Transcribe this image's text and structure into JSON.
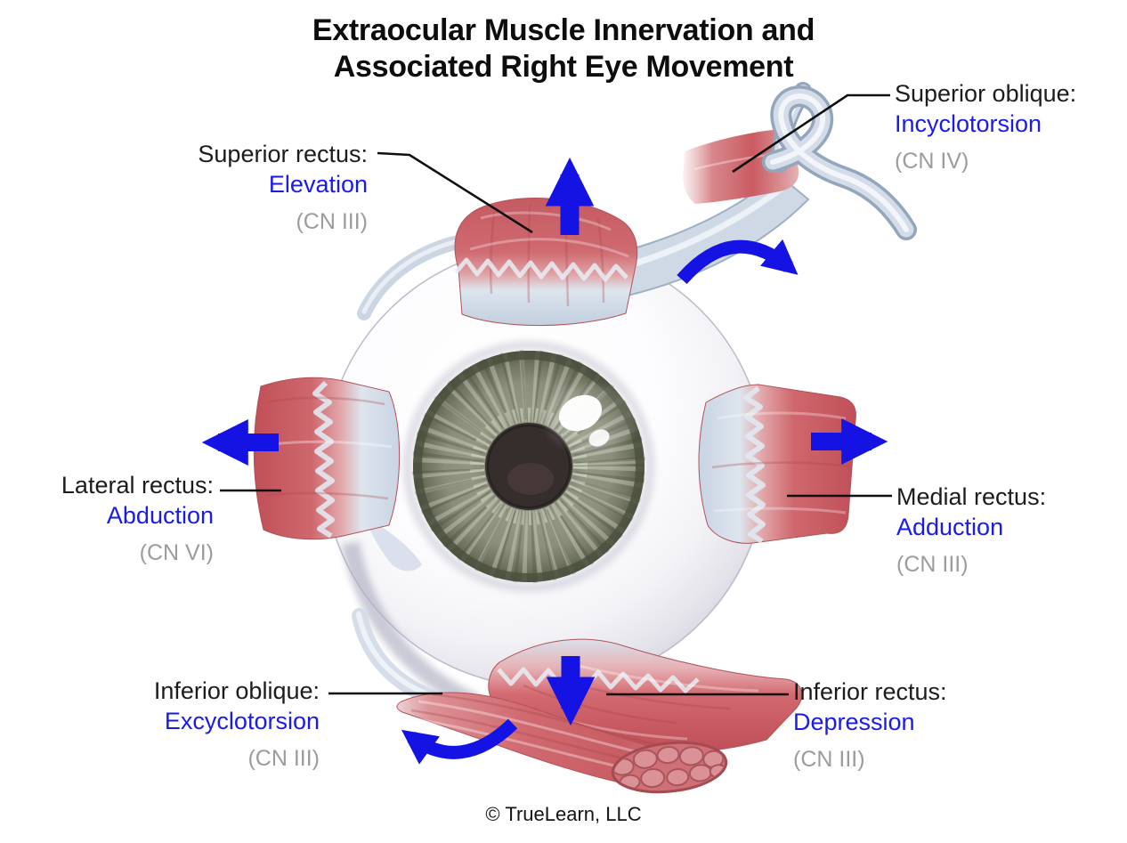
{
  "title": {
    "line1": "Extraocular Muscle Innervation and",
    "line2": "Associated Right Eye Movement"
  },
  "labels": {
    "superior_oblique": {
      "muscle": "Superior oblique:",
      "action": "Incyclotorsion",
      "nerve": "(CN IV)"
    },
    "superior_rectus": {
      "muscle": "Superior rectus:",
      "action": "Elevation",
      "nerve": "(CN III)"
    },
    "lateral_rectus": {
      "muscle": "Lateral rectus:",
      "action": "Abduction",
      "nerve": "(CN VI)"
    },
    "medial_rectus": {
      "muscle": "Medial rectus:",
      "action": "Adduction",
      "nerve": "(CN III)"
    },
    "inferior_oblique": {
      "muscle": "Inferior oblique:",
      "action": "Excyclotorsion",
      "nerve": "(CN III)"
    },
    "inferior_rectus": {
      "muscle": "Inferior rectus:",
      "action": "Depression",
      "nerve": "(CN III)"
    }
  },
  "arrows": {
    "elevation": "up",
    "depression": "down",
    "abduction": "left",
    "adduction": "right",
    "incyclotorsion": "curved clockwise (top right)",
    "excyclotorsion": "curved counterclockwise (bottom left)"
  },
  "colors": {
    "action_text": "#1a1aeb",
    "nerve_text": "#9c9c9c",
    "muscle_label_text": "#1c1c1c",
    "arrow_blue": "#1413e3",
    "muscle_red": "#cb5a61",
    "tendon_pale": "#d5dde8",
    "iris_olive": "#8c9080",
    "pupil_brown": "#362d2d"
  },
  "copyright": "© TrueLearn, LLC"
}
